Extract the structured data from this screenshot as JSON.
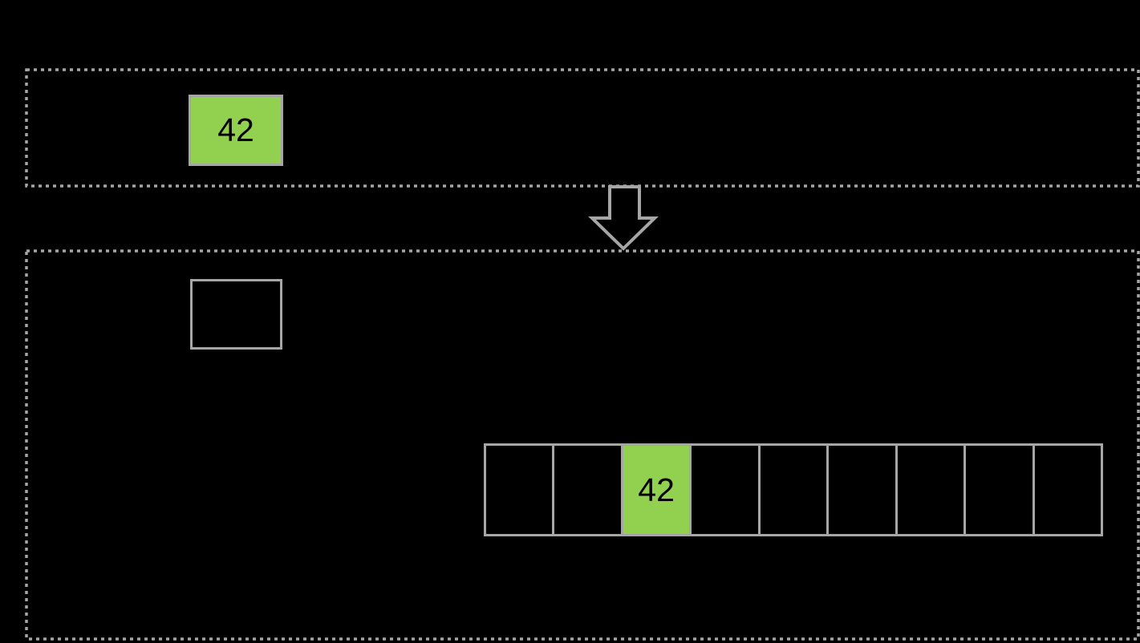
{
  "colors": {
    "background": "#000000",
    "accent_green": "#92d050",
    "outline_gray": "#a6a6a6",
    "value_text": "#000000"
  },
  "top_region": {
    "value_box": {
      "label": "42"
    }
  },
  "arrow": {
    "icon": "down-block-arrow"
  },
  "bottom_region": {
    "empty_box": {
      "label": ""
    },
    "array": {
      "cell_count": 9,
      "highlighted_index": 2,
      "cells": [
        "",
        "",
        "42",
        "",
        "",
        "",
        "",
        "",
        ""
      ]
    }
  }
}
